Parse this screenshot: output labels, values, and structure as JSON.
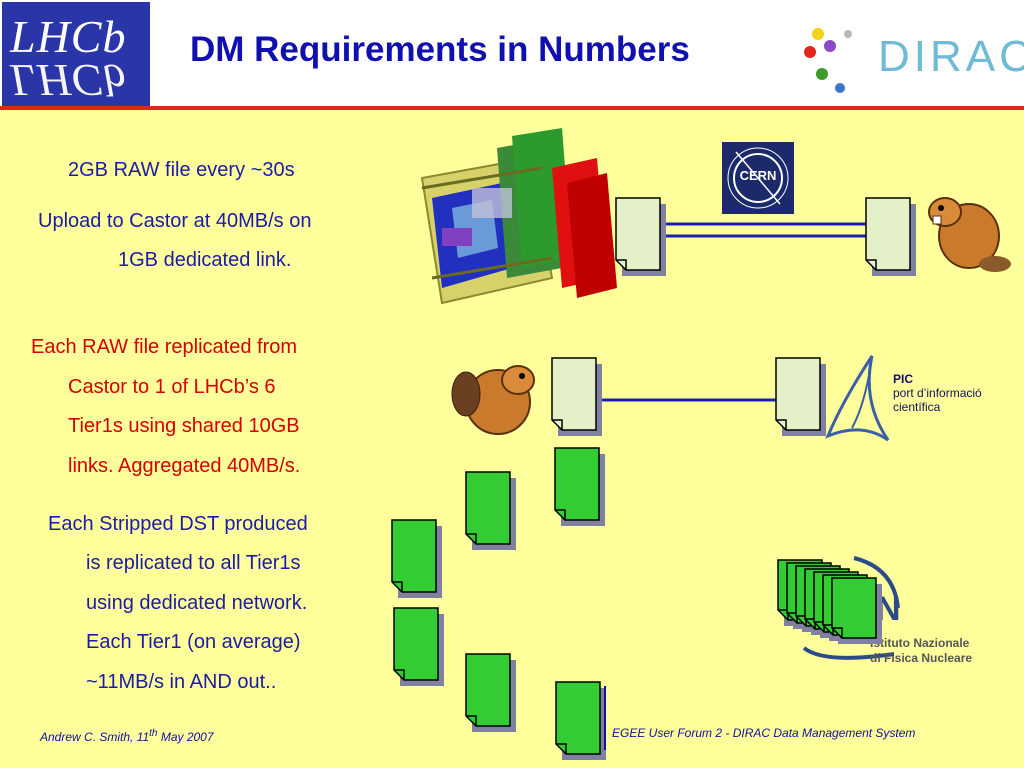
{
  "slide": {
    "title": "DM Requirements in Numbers",
    "logo_left": {
      "text": "LHCb"
    },
    "logo_right": {
      "text": "DIRAC"
    }
  },
  "bullets": {
    "raw_rate": "2GB RAW file every ~30s",
    "upload_line1": "Upload to Castor at 40MB/s on",
    "upload_line2": "1GB  dedicated link.",
    "replicate_lines": [
      "Each RAW file replicated from",
      "Castor to 1 of LHCb’s 6",
      "Tier1s using shared 10GB",
      "links. Aggregated 40MB/s."
    ],
    "dst_lines": [
      "Each Stripped DST produced",
      "is replicated to all Tier1s",
      "using dedicated network.",
      "Each Tier1 (on average)",
      "~11MB/s in AND out.."
    ]
  },
  "logos": {
    "cern": "CERN",
    "pic_name": "PIC",
    "pic_line1": "port d’informació",
    "pic_line2": "científica",
    "infn_line1": "Istituto Nazionale",
    "infn_line2": "di Fisica Nucleare"
  },
  "footer": {
    "author": "Andrew C. Smith,  11",
    "author_sup": "th",
    "author_rest": " May 2007",
    "event": "EGEE User Forum 2  - DIRAC Data Management System"
  },
  "colors": {
    "title": "#1010b0",
    "slide_bg": "#ffff9c",
    "header_rule": "#e0251b",
    "text_blue": "#1b1ba8",
    "text_red": "#d50000",
    "file_pale": "#e3f0c8",
    "file_green": "#33cc33"
  }
}
